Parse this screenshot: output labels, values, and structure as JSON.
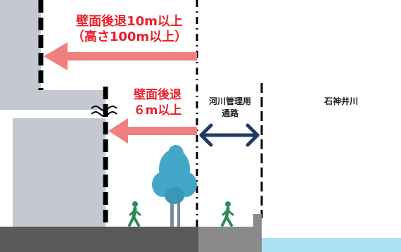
{
  "labels": {
    "setback_upper_line1": "壁面後退10m以上",
    "setback_upper_line2": "（高さ100m以上）",
    "setback_lower_line1": "壁面後退",
    "setback_lower_line2": "６m以上",
    "river_road_line1": "河川管理用",
    "river_road_line2": "通路",
    "river_name": "石神井川"
  },
  "colors": {
    "building": "#c4c8d0",
    "ground": "#5a5a5a",
    "path": "#8a8a8a",
    "water": "#a9e2f3",
    "arrow_red": "#f08080",
    "arrow_navy": "#1f3a66",
    "tree": "#43a7c9",
    "person": "#2e8b57",
    "text_red": "#e8202a"
  },
  "icons": [
    "tree-icon",
    "pedestrian-icon",
    "wavy-break-icon"
  ]
}
